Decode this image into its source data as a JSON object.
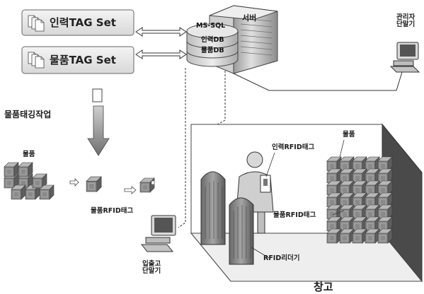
{
  "tag_sets": {
    "personnel": "인력TAG Set",
    "goods": "물품TAG Set"
  },
  "server": {
    "title": "서버",
    "db_ms_sql": "MS-SQL",
    "db_personnel": "인력DB",
    "db_goods": "물품DB"
  },
  "admin_terminal": {
    "line1": "관리자",
    "line2": "단말기"
  },
  "process": {
    "tagging_work": "물품태깅작업",
    "goods": "물품",
    "goods_rfid_tag": "물품RFID태그"
  },
  "io_terminal": {
    "line1": "입출고",
    "line2": "단말기"
  },
  "warehouse": {
    "personnel_rfid_tag": "인력RFID태그",
    "goods": "물품",
    "goods_rfid_tag": "물품RFID태그",
    "rfid_reader": "RFID리더기",
    "name": "창고"
  },
  "colors": {
    "line": "#333333",
    "box_fill": "#e6e6e6",
    "cube_front": "#8a8a8a",
    "cube_top": "#b5b5b5",
    "cube_side": "#5e5e5e",
    "floor": "#f2f2f2",
    "wall": "#555555"
  }
}
